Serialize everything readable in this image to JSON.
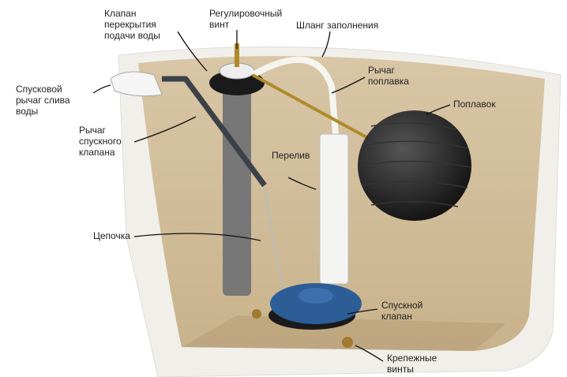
{
  "labels": {
    "supply_valve": "Клапан\nперекрытия\nподачи воды",
    "adjust_screw": "Регулировочный\nвинт",
    "fill_hose": "Шланг заполнения",
    "flush_handle": "Спусковой\nрычаг слива\nводы",
    "float_arm": "Рычаг\nпоплавка",
    "float": "Поплавок",
    "flush_valve_lever": "Рычаг\nспускного\nклапана",
    "overflow": "Перелив",
    "chain": "Цепочка",
    "flush_valve": "Спускной\nклапан",
    "mount_screws": "Крепежные\nвинты"
  }
}
